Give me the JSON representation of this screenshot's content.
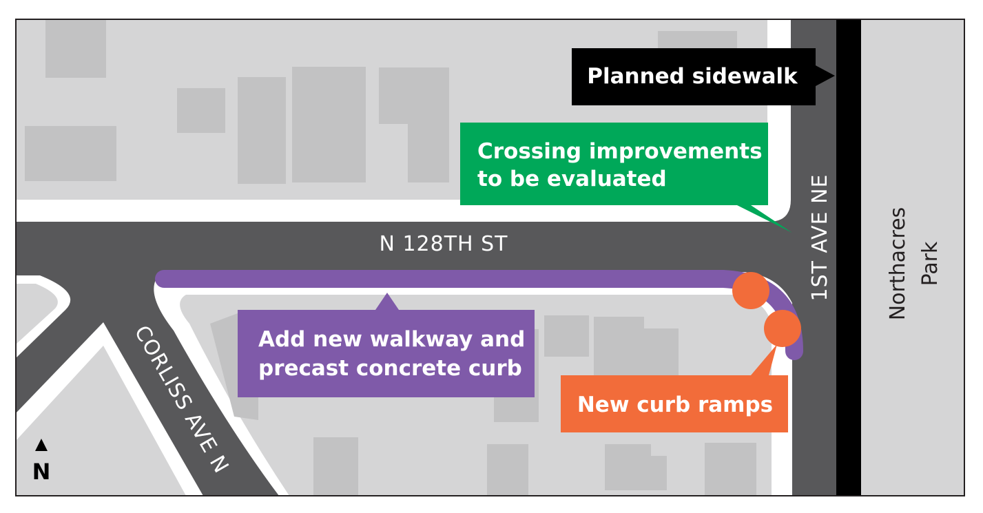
{
  "map": {
    "streets": {
      "n128th": "N 128TH ST",
      "first_ave": "1ST AVE NE",
      "corliss": "CORLISS AVE N"
    },
    "park": {
      "line1": "Northacres",
      "line2": "Park"
    },
    "north_arrow": {
      "label": "N",
      "icon": "north-arrow-icon"
    },
    "callouts": {
      "planned_sidewalk": {
        "text": "Planned sidewalk",
        "color": "#000000"
      },
      "crossing": {
        "line1": "Crossing improvements",
        "line2": "to be evaluated",
        "color": "#00a859"
      },
      "walkway": {
        "line1": "Add new walkway and",
        "line2": "precast concrete curb",
        "color": "#7f5aa9"
      },
      "curb_ramps": {
        "text": "New curb ramps",
        "color": "#f26c3a"
      }
    },
    "colors": {
      "road": "#58585a",
      "block": "#d5d5d6",
      "building": "#c2c2c3",
      "sidewalk": "#ffffff",
      "walkway": "#7f5aa9",
      "ramp": "#f26c3a"
    }
  }
}
